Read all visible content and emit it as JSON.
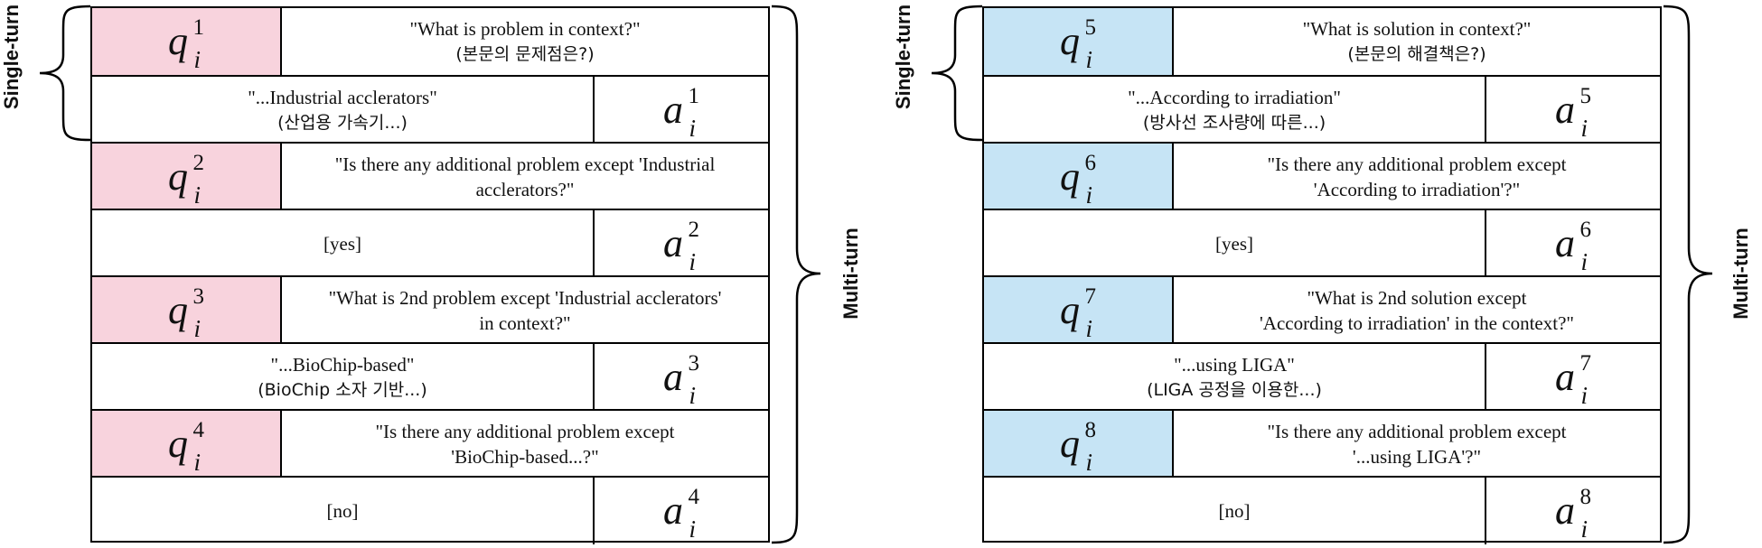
{
  "panels": [
    {
      "side_label_single": "Single-turn",
      "side_label_multi": "Multi-turn",
      "highlight_color": "#f8d3dd",
      "rows": [
        {
          "kind": "q",
          "symbol": "q",
          "index": "1",
          "lines": [
            "\"What is problem in context?\"",
            "(본문의 문제점은?)"
          ]
        },
        {
          "kind": "a",
          "symbol": "a",
          "index": "1",
          "lines": [
            "\"...Industrial acclerators\"",
            "(산업용 가속기...)"
          ]
        },
        {
          "kind": "q",
          "symbol": "q",
          "index": "2",
          "lines": [
            "\"Is there any additional problem except 'Industrial",
            "acclerators?\""
          ]
        },
        {
          "kind": "a",
          "symbol": "a",
          "index": "2",
          "lines": [
            "[yes]"
          ]
        },
        {
          "kind": "q",
          "symbol": "q",
          "index": "3",
          "lines": [
            "\"What is 2nd problem except 'Industrial acclerators'",
            "in context?\""
          ]
        },
        {
          "kind": "a",
          "symbol": "a",
          "index": "3",
          "lines": [
            "\"...BioChip-based\"",
            "(BioChip 소자 기반...)"
          ]
        },
        {
          "kind": "q",
          "symbol": "q",
          "index": "4",
          "lines": [
            "\"Is there any additional problem except",
            "'BioChip-based...?\""
          ]
        },
        {
          "kind": "a",
          "symbol": "a",
          "index": "4",
          "lines": [
            "[no]"
          ]
        }
      ]
    },
    {
      "side_label_single": "Single-turn",
      "side_label_multi": "Multi-turn",
      "highlight_color": "#c6e4f5",
      "rows": [
        {
          "kind": "q",
          "symbol": "q",
          "index": "5",
          "lines": [
            "\"What is solution in context?\"",
            "(본문의 해결책은?)"
          ]
        },
        {
          "kind": "a",
          "symbol": "a",
          "index": "5",
          "lines": [
            "\"...According to irradiation\"",
            "(방사선 조사량에 따른...)"
          ]
        },
        {
          "kind": "q",
          "symbol": "q",
          "index": "6",
          "lines": [
            "\"Is there any additional problem except",
            "'According to irradiation'?\""
          ]
        },
        {
          "kind": "a",
          "symbol": "a",
          "index": "6",
          "lines": [
            "[yes]"
          ]
        },
        {
          "kind": "q",
          "symbol": "q",
          "index": "7",
          "lines": [
            "\"What is 2nd solution except",
            "'According to irradiation' in the context?\""
          ]
        },
        {
          "kind": "a",
          "symbol": "a",
          "index": "7",
          "lines": [
            "\"...using LIGA\"",
            "(LIGA 공정을 이용한...)"
          ]
        },
        {
          "kind": "q",
          "symbol": "q",
          "index": "8",
          "lines": [
            "\"Is there any additional problem except",
            "'...using LIGA'?\""
          ]
        },
        {
          "kind": "a",
          "symbol": "a",
          "index": "8",
          "lines": [
            "[no]"
          ]
        }
      ]
    }
  ],
  "subscript": "i"
}
